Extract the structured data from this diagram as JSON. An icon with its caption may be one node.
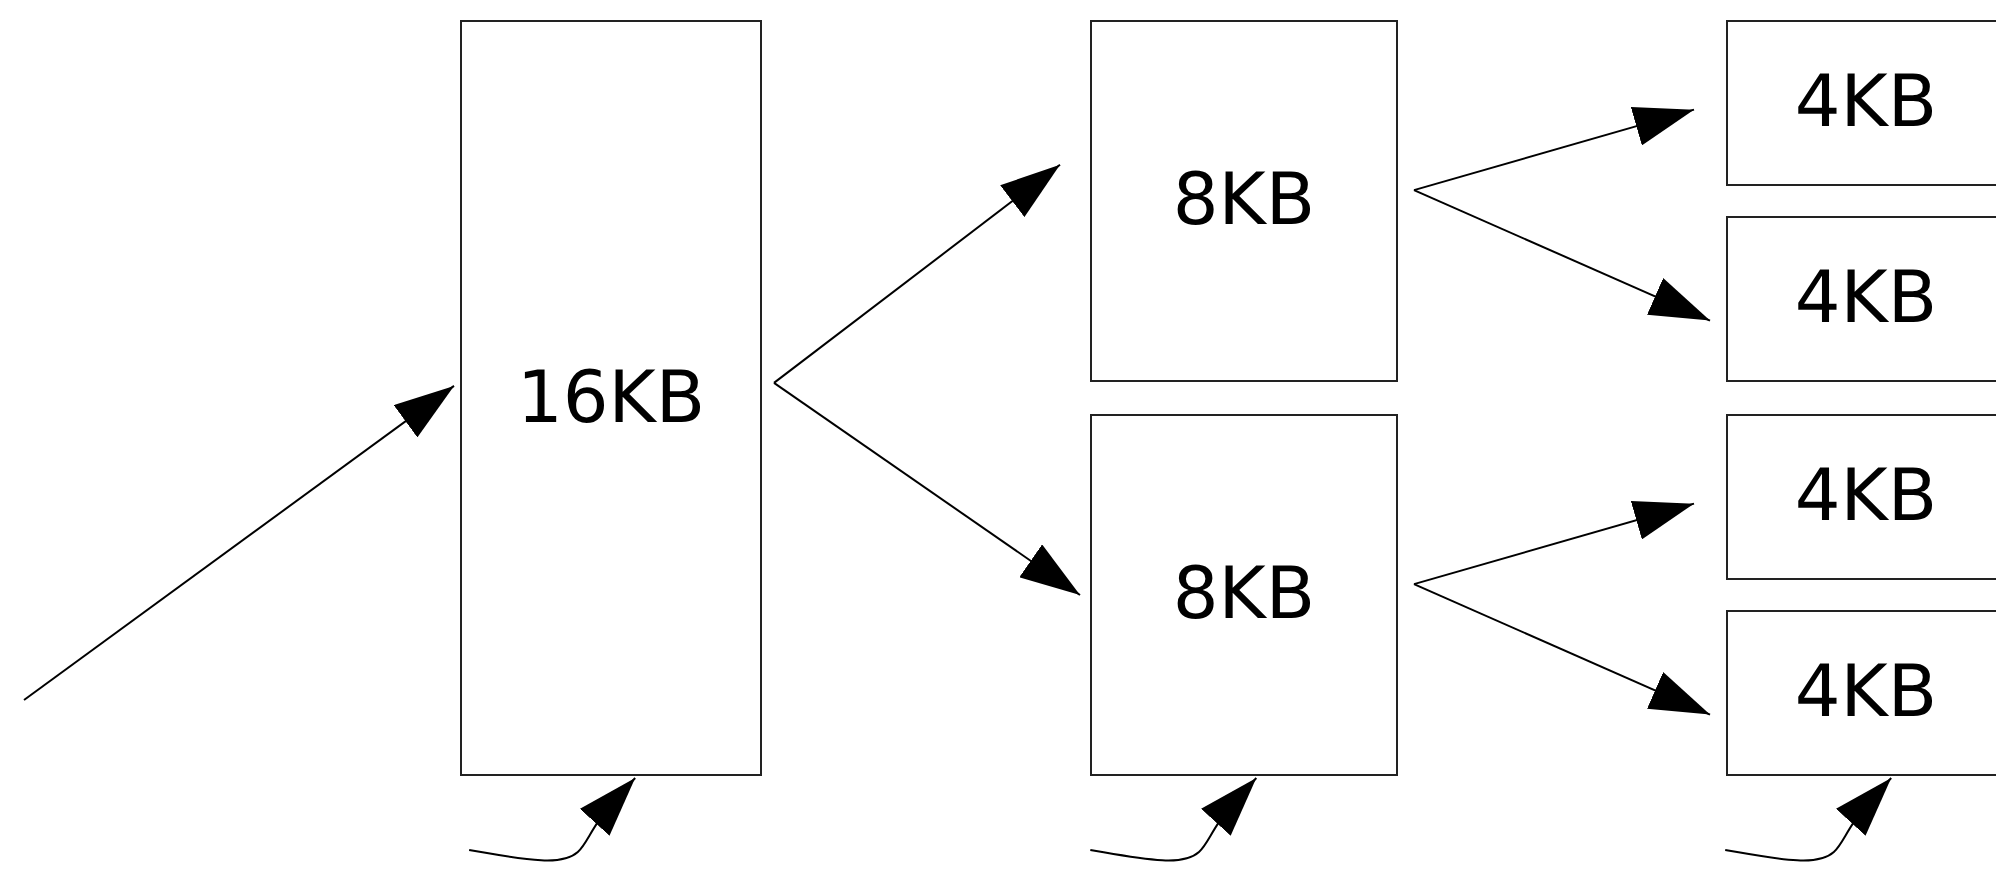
{
  "diagram": {
    "nodes": [
      {
        "text": [
          "16KB"
        ]
      },
      {
        "text": [
          "8KB"
        ]
      },
      {
        "text": [
          "8KB"
        ]
      },
      {
        "text": [
          "4KB"
        ]
      },
      {
        "text": [
          "4KB"
        ]
      },
      {
        "text": [
          "4KB"
        ]
      },
      {
        "text": [
          "4KB"
        ]
      }
    ],
    "edges": [
      {
        "from": null,
        "to": 0,
        "arrow": "to"
      },
      {
        "from": 0,
        "to": 1,
        "arrow": "to"
      },
      {
        "from": 0,
        "to": 2,
        "arrow": "to"
      },
      {
        "from": 1,
        "to": 3,
        "arrow": "to"
      },
      {
        "from": 1,
        "to": 4,
        "arrow": "to"
      },
      {
        "from": 2,
        "to": 5,
        "arrow": "to"
      },
      {
        "from": 2,
        "to": 6,
        "arrow": "to"
      },
      {
        "from": null,
        "to": 0,
        "arrow": "to"
      },
      {
        "from": null,
        "to": 2,
        "arrow": "to"
      },
      {
        "from": null,
        "to": 6,
        "arrow": "to"
      }
    ]
  }
}
